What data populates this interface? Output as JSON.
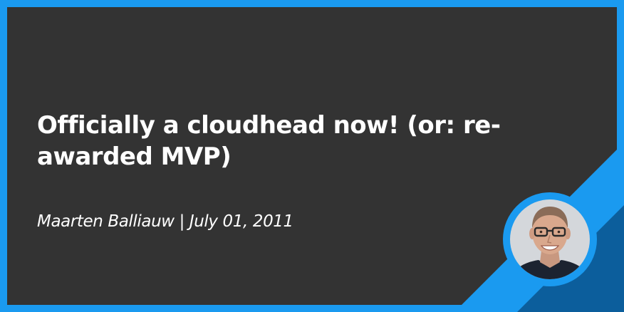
{
  "post": {
    "title": "Officially a cloudhead now! (or: re-awarded MVP)",
    "author": "Maarten Balliauw",
    "separator": "|",
    "date": "July 01, 2011"
  },
  "avatar": {
    "icon": "author-avatar-photo"
  },
  "colors": {
    "frame": "#1a9af0",
    "panel": "#333333",
    "accent_dark": "#0c5e9c",
    "text": "#ffffff"
  }
}
